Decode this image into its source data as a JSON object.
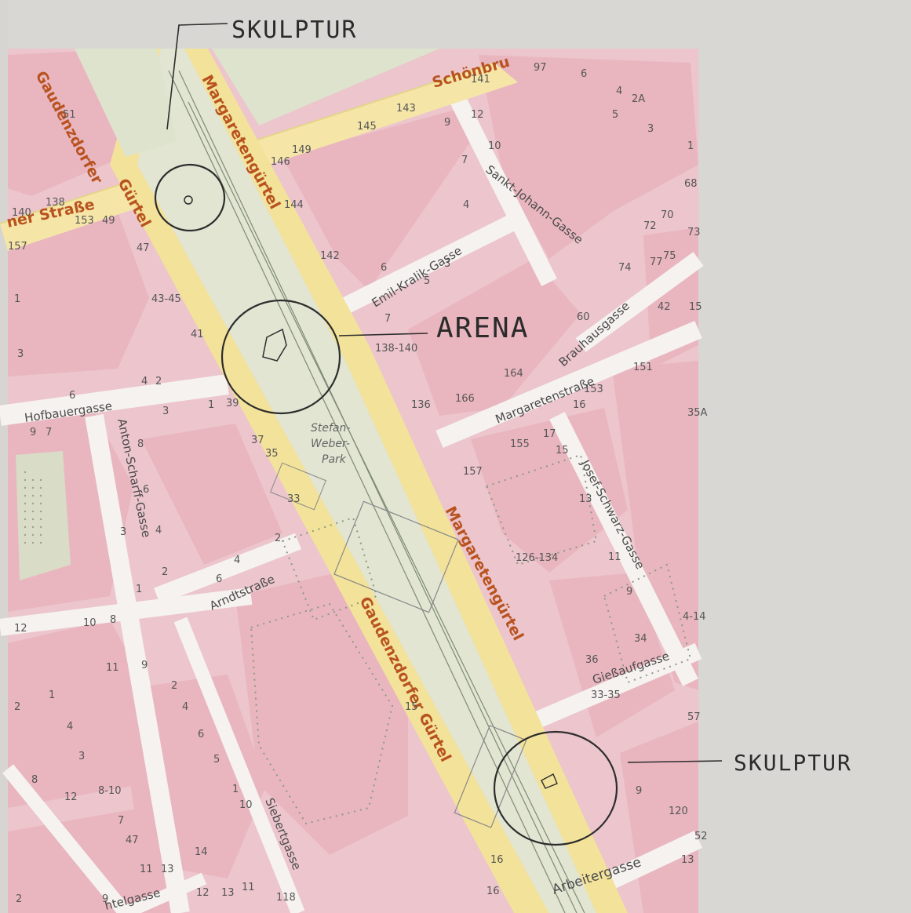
{
  "annotations": {
    "skulptur_top": "SKULPTUR",
    "arena": "ARENA",
    "skulptur_bottom": "SKULPTUR"
  },
  "arterials": {
    "gaudenzdorfer_top": "Gaudenzdorfer",
    "gurtel_left": "Gürtel",
    "margaretengurtel_top": "Margaretengürtel",
    "margaretengurtel_right": "Margaretengürtel",
    "gaudenzdorfer_gurtel_bottom": "Gaudenzdorfer Gürtel",
    "schonbrunner": "Schönbru",
    "ner_strasse": "ner Straße"
  },
  "streets": {
    "sankt_johann": "Sankt-Johann-Gasse",
    "emil_kralik": "Emil-Kralik-Gasse",
    "brauhausgasse": "Brauhausgasse",
    "margaretenstrasse": "Margaretenstraße",
    "hofbauergasse": "Hofbauergasse",
    "anton_scharff": "Anton-Scharff-Gasse",
    "josef_schwarz": "Josef-Schwarz-Gasse",
    "arndtstrasse": "Arndtstraße",
    "giessaufgasse": "Gießaufgasse",
    "arbeitergasse": "Arbeitergasse",
    "siebertgasse": "Siebertgasse",
    "telgasse": "htelgasse"
  },
  "park": {
    "line1": "Stefan-",
    "line2": "Weber-",
    "line3": "Park"
  },
  "house_numbers": [
    "51",
    "141",
    "97",
    "6",
    "4",
    "2A",
    "5",
    "3",
    "1",
    "143",
    "145",
    "9",
    "12",
    "149",
    "10",
    "7",
    "146",
    "144",
    "68",
    "138",
    "153",
    "49",
    "4",
    "72",
    "70",
    "73",
    "140",
    "157",
    "47",
    "6",
    "5",
    "3",
    "142",
    "74",
    "77",
    "75",
    "42",
    "15",
    "43-45",
    "1",
    "7",
    "60",
    "3",
    "41",
    "138-140",
    "164",
    "151",
    "153",
    "6",
    "4",
    "2",
    "166",
    "16",
    "35A",
    "3",
    "1",
    "39",
    "136",
    "9",
    "7",
    "8",
    "37",
    "35",
    "157",
    "155",
    "17",
    "15",
    "6",
    "13",
    "33",
    "4",
    "2",
    "3",
    "126-134",
    "2",
    "6",
    "4",
    "11",
    "1",
    "9",
    "10",
    "8",
    "12",
    "34",
    "4-14",
    "36",
    "11",
    "9",
    "33-35",
    "2",
    "1",
    "4",
    "2",
    "15",
    "57",
    "6",
    "4",
    "3",
    "5",
    "8",
    "1",
    "10",
    "12",
    "8-10",
    "7",
    "9",
    "120",
    "52",
    "47",
    "11",
    "13",
    "14",
    "12",
    "13",
    "11",
    "9",
    "16",
    "13",
    "118",
    "16",
    "2"
  ]
}
